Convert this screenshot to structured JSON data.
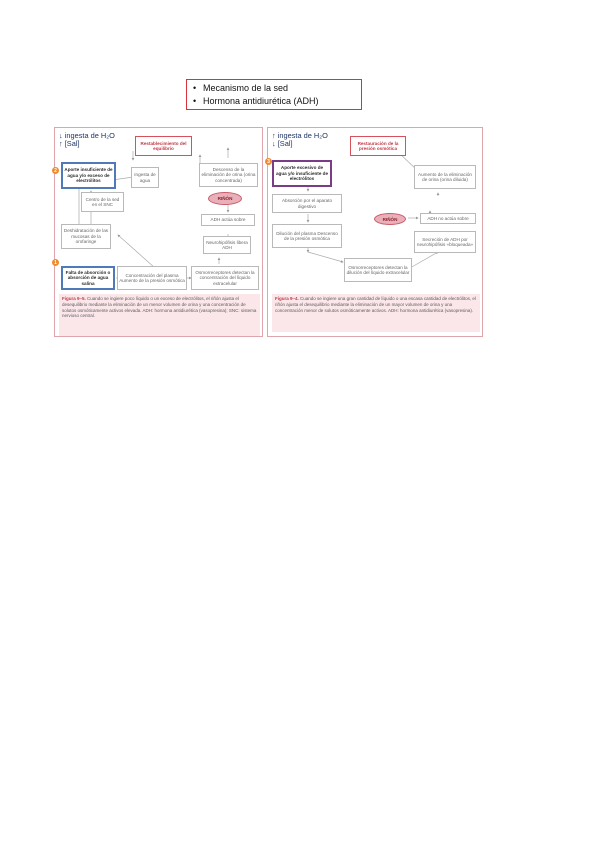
{
  "title": {
    "items": [
      "Mecanismo de la sed",
      "Hormona antidiurética (ADH)"
    ]
  },
  "left": {
    "header": [
      "↓ ingesta de H₂O",
      "↑ [Sal]"
    ],
    "badge_top": "2",
    "badge_bottom": "1",
    "boxes": {
      "aporte": "Aporte insuficiente de agua y/o exceso de electrólitos",
      "restablecimiento": "Restablecimiento del equilibrio",
      "ingesta": "Ingesta de agua",
      "descenso": "Descenso de la eliminación de orina (orina concentrada)",
      "centro": "Centro de la sed en el SNC",
      "rinon": "RIÑÓN",
      "adh": "ADH actúa sobre",
      "deshidratacion": "Deshidratación de las mucosas de la orofaringe",
      "neuro": "Neurohipófisis libera ADH",
      "falta": "Falta de absorción o absorción de agua salina",
      "concentracion": "Concentración del plasma Aumento de la presión osmótica",
      "osmo": "Osmorreceptores detectan la concentración del líquido extracelular"
    },
    "caption_label": "Figura 9–5.",
    "caption_text": "Cuando se ingiere poco líquido o un exceso de electrólitos, el riñón ajusta el desequilibrio mediante la eliminación de un menor volumen de orina y una concentración de solutos osmóticamente activos elevada. ADH: hormona antidiurética (vasopresina); SNC: sistema nervioso central."
  },
  "right": {
    "header": [
      "↑ ingesta de H₂O",
      "↓ [Sal]"
    ],
    "badge": "3",
    "boxes": {
      "aporte": "Aporte excesivo de agua y/o insuficiente de electrólitos",
      "restauracion": "Restauración de la presión osmótica",
      "aumento": "Aumento de la eliminación de orina (orina diluida)",
      "absorcion": "Absorción por el aparato digestivo",
      "rinon": "RIÑÓN",
      "adh_no": "ADH no actúa sobre",
      "dilucion": "Dilución del plasma Descenso de la presión osmótica",
      "secrecion": "Secreción de ADH por neurohipófisis «bloqueada»",
      "osmo": "Osmorreceptores detectan la dilución del líquido extracelular"
    },
    "caption_label": "Figura 9–4.",
    "caption_text": "Cuando se ingiere una gran cantidad de líquido o una escasa cantidad de electrólitos, el riñón ajusta el desequilibrio mediante la eliminación de un mayor volumen de orina y una concentración menor de solutos osmóticamente activos. ADH: hormona antidiurética (vasopresina)."
  }
}
